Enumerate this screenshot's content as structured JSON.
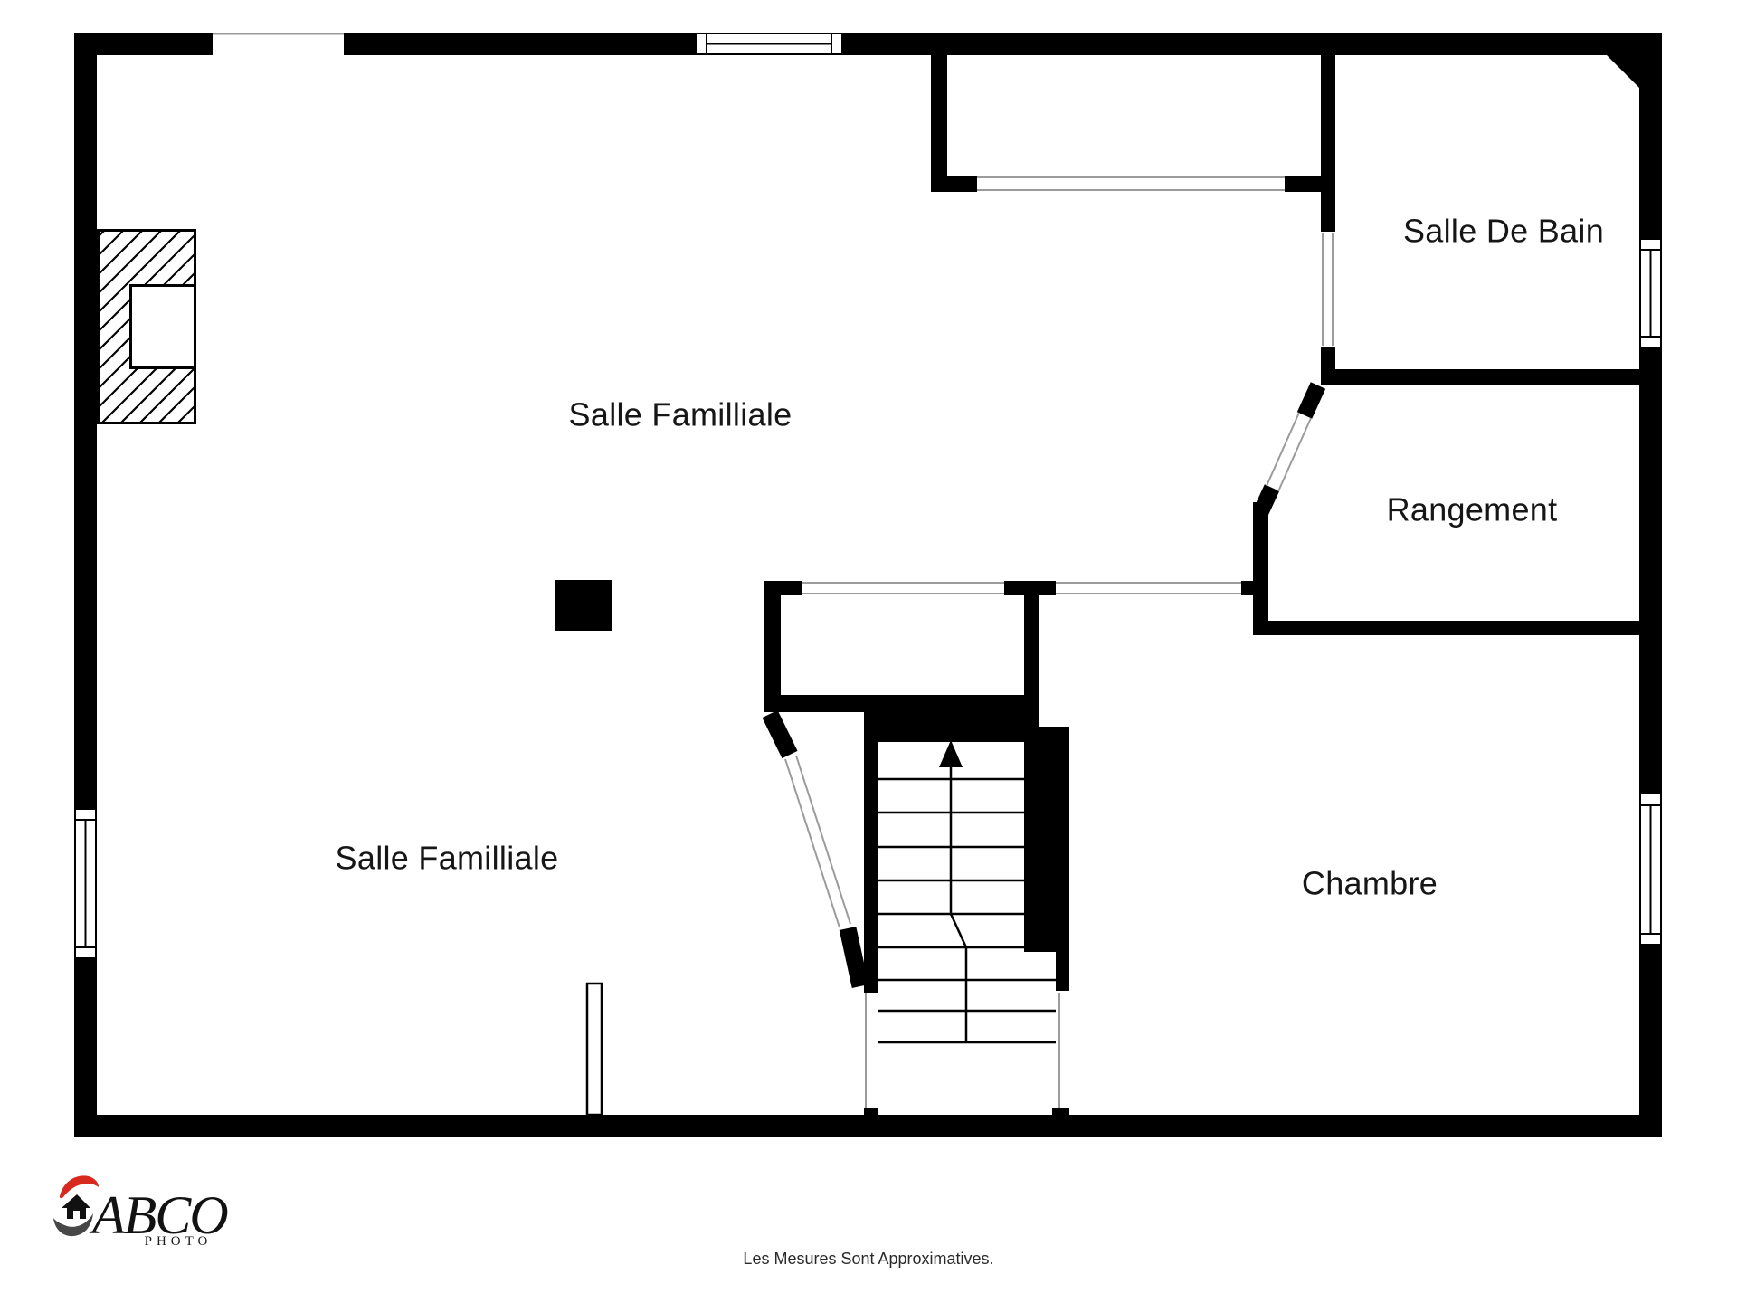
{
  "plan": {
    "rooms": [
      {
        "id": "salle-familliale-upper",
        "label": "Salle Familliale"
      },
      {
        "id": "salle-de-bain",
        "label": "Salle De Bain"
      },
      {
        "id": "rangement",
        "label": "Rangement"
      },
      {
        "id": "salle-familliale-lower",
        "label": "Salle Familliale"
      },
      {
        "id": "chambre",
        "label": "Chambre"
      }
    ],
    "footer_note": "Les Mesures Sont Approximatives.",
    "logo": {
      "brand": "ABCO",
      "subtitle": "PHOTO"
    },
    "colors": {
      "wall": "#000000",
      "opening_line": "#9b9b9b",
      "label_text": "#161616",
      "logo_red": "#d8291f",
      "logo_gray": "#474747"
    }
  }
}
